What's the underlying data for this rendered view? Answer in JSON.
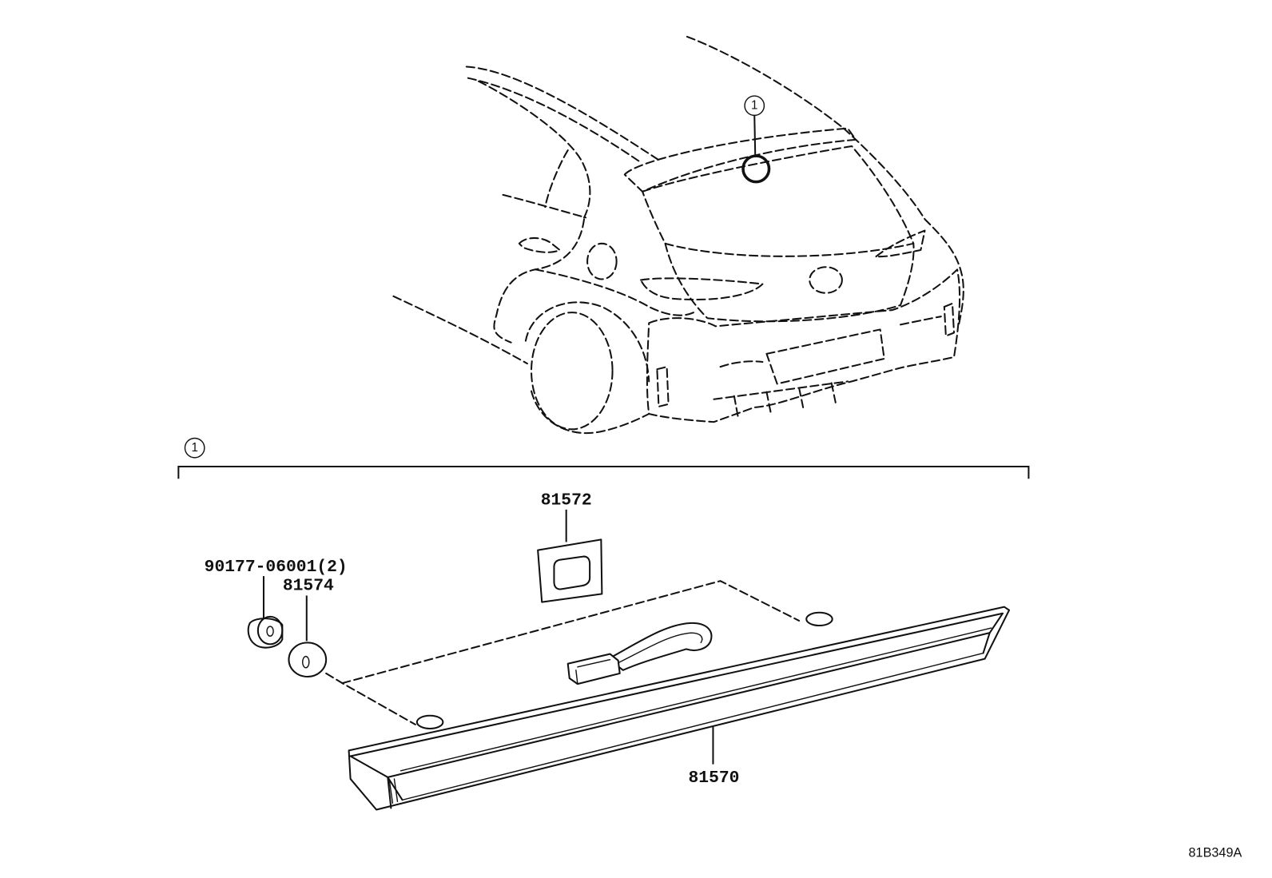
{
  "callouts": {
    "car_ref": "1",
    "bracket_ref": "1"
  },
  "parts": {
    "gasket": "81572",
    "clip": "90177-06001(2)",
    "washer": "81574",
    "lamp": "81570"
  },
  "diagram_code": "81B349A"
}
